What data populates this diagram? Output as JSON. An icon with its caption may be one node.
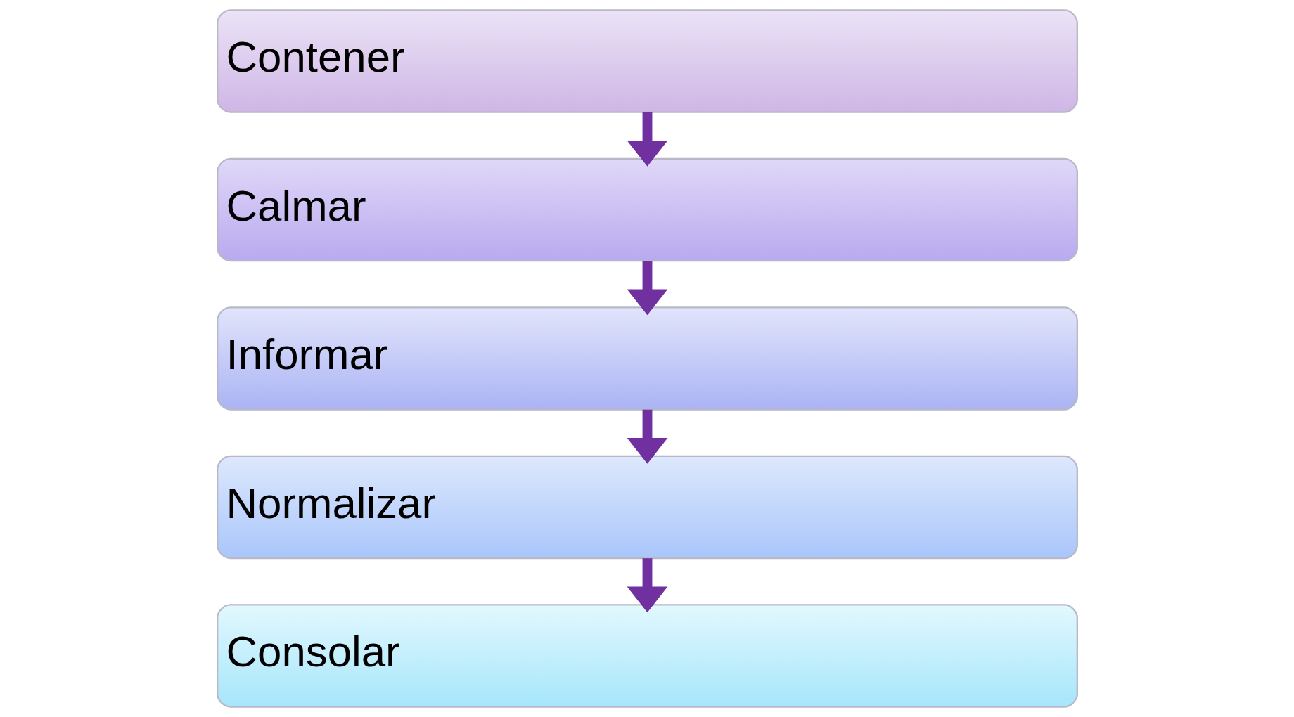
{
  "diagram": {
    "nodes": [
      {
        "text": [
          "Contener"
        ]
      },
      {
        "text": [
          "Calmar"
        ]
      },
      {
        "text": [
          "Informar"
        ]
      },
      {
        "text": [
          "Normalizar"
        ]
      },
      {
        "text": [
          "Consolar"
        ]
      }
    ],
    "edges": [
      {
        "from": 0,
        "to": 1,
        "arrow": "to"
      },
      {
        "from": 1,
        "to": 2,
        "arrow": "to"
      },
      {
        "from": 2,
        "to": 3,
        "arrow": "to"
      },
      {
        "from": 3,
        "to": 4,
        "arrow": "to"
      }
    ]
  }
}
